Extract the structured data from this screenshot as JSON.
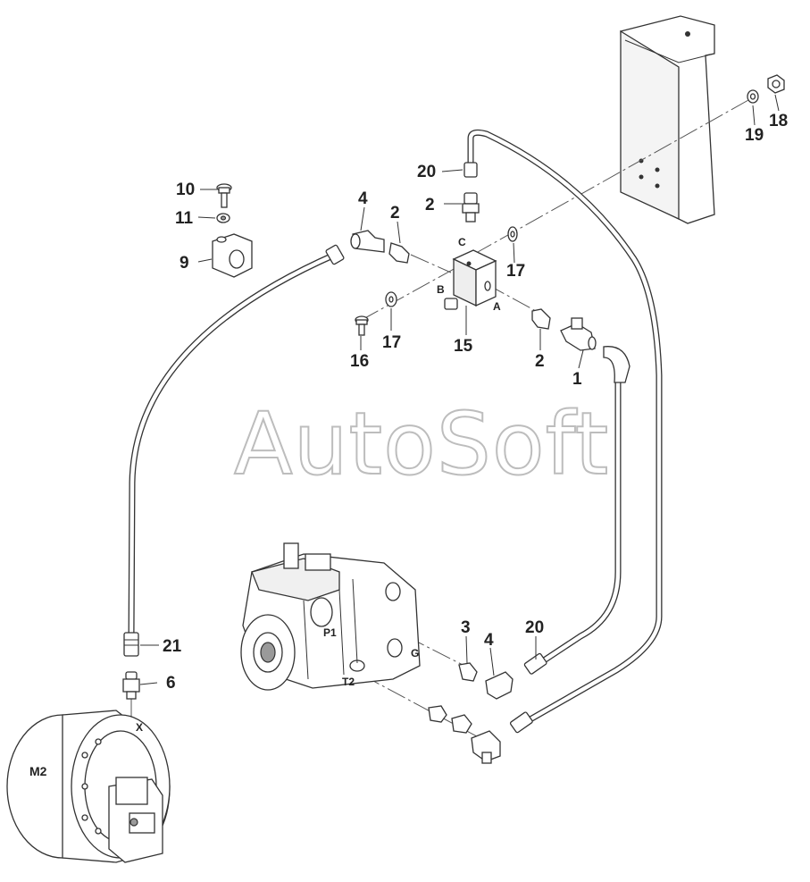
{
  "watermark": "AutoSoft",
  "callouts": {
    "c1": "1",
    "c2a": "2",
    "c2b": "2",
    "c2c": "2",
    "c3": "3",
    "c4a": "4",
    "c4b": "4",
    "c6": "6",
    "c9": "9",
    "c10": "10",
    "c11": "11",
    "c15": "15",
    "c16": "16",
    "c17a": "17",
    "c17b": "17",
    "c18": "18",
    "c19": "19",
    "c20a": "20",
    "c20b": "20",
    "c21": "21"
  },
  "ports": {
    "A": "A",
    "B": "B",
    "C": "C",
    "P1": "P1",
    "G": "G",
    "T2": "T2",
    "X": "X",
    "M2": "M2"
  },
  "colors": {
    "line": "#333333",
    "watermark_stroke": "#bdbdbd",
    "shade": "#9a9a9a"
  }
}
